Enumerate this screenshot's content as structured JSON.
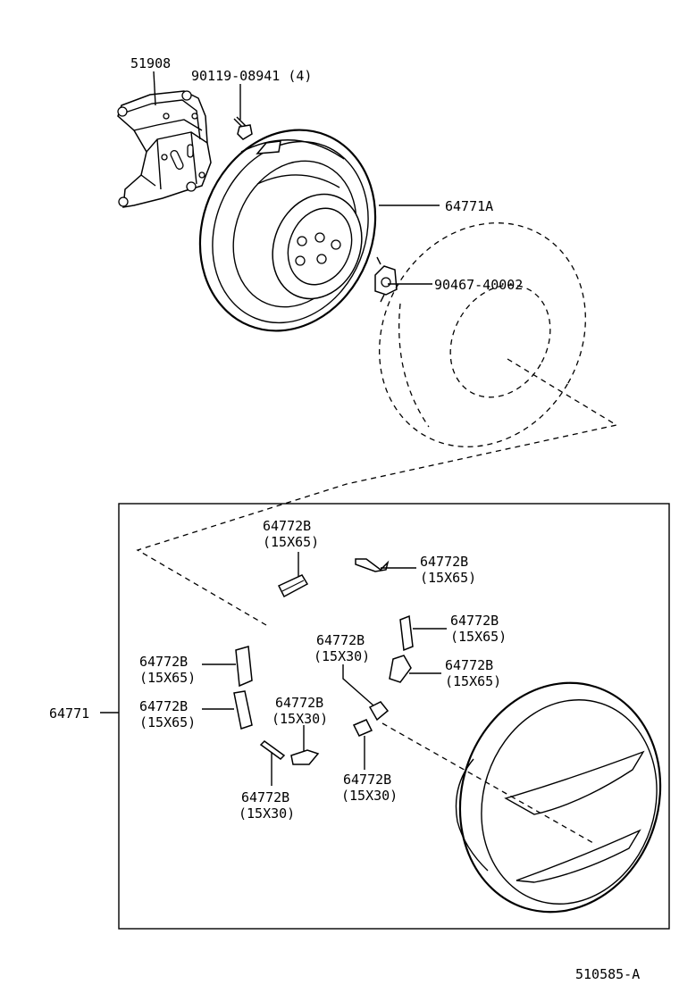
{
  "labels": {
    "bracket": "51908",
    "bolt": "90119-08941 (4)",
    "cover_top": "64771A",
    "clip": "90467-40002",
    "cover_assy": "64771",
    "drawing_no": "510585-A"
  },
  "stripes": {
    "s1": {
      "part": "64772B",
      "size": "(15X65)"
    },
    "s2": {
      "part": "64772B",
      "size": "(15X65)"
    },
    "s3": {
      "part": "64772B",
      "size": "(15X65)"
    },
    "s4": {
      "part": "64772B",
      "size": "(15X30)"
    },
    "s5": {
      "part": "64772B",
      "size": "(15X65)"
    },
    "s6": {
      "part": "64772B",
      "size": "(15X65)"
    },
    "s7": {
      "part": "64772B",
      "size": "(15X65)"
    },
    "s8": {
      "part": "64772B",
      "size": "(15X30)"
    },
    "s9": {
      "part": "64772B",
      "size": "(15X30)"
    },
    "s10": {
      "part": "64772B",
      "size": "(15X30)"
    }
  }
}
